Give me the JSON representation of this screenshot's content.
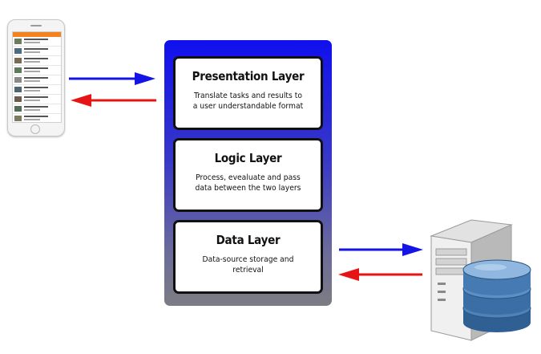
{
  "layers": [
    {
      "title": "Presentation Layer",
      "description": [
        "Translate tasks and results to",
        "a user understandable format"
      ]
    },
    {
      "title": "Logic Layer",
      "description": [
        "Process, evealuate and pass",
        "data between the two layers"
      ]
    },
    {
      "title": "Data Layer",
      "description": [
        "Data-source storage and retrieval"
      ]
    }
  ],
  "icons": {
    "client": "smartphone-icon",
    "server": "server-tower-icon",
    "database": "database-icon"
  },
  "colors": {
    "request_arrow": "#1414e6",
    "response_arrow": "#e61414",
    "stack_top": "#1010ee",
    "stack_bottom": "#7c7c84"
  }
}
